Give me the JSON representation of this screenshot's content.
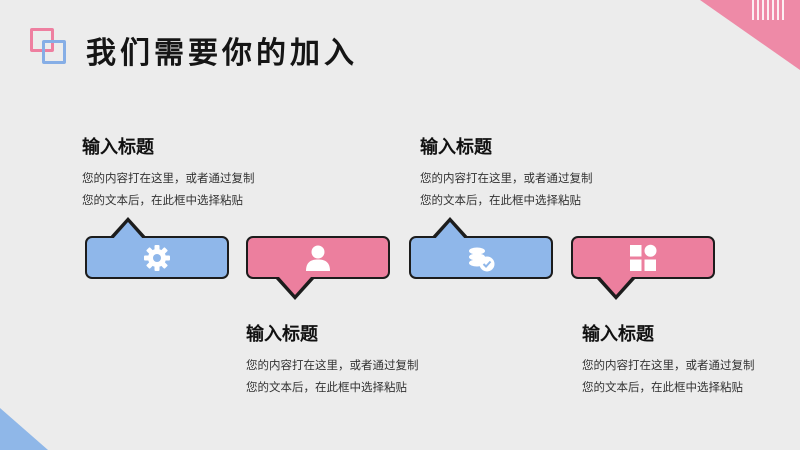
{
  "title": "我们需要你的加入",
  "colors": {
    "blue": "#8fb7ea",
    "pink": "#ec7f9e",
    "background": "#ececec"
  },
  "blocks": [
    {
      "heading": "输入标题",
      "line1": "您的内容打在这里，或者通过复制",
      "line2": "您的文本后，在此框中选择粘贴"
    },
    {
      "heading": "输入标题",
      "line1": "您的内容打在这里，或者通过复制",
      "line2": "您的文本后，在此框中选择粘贴"
    },
    {
      "heading": "输入标题",
      "line1": "您的内容打在这里，或者通过复制",
      "line2": "您的文本后，在此框中选择粘贴"
    },
    {
      "heading": "输入标题",
      "line1": "您的内容打在这里，或者通过复制",
      "line2": "您的文本后，在此框中选择粘贴"
    }
  ],
  "steps": [
    {
      "color": "blue",
      "pointer": "up",
      "icon": "gear-icon"
    },
    {
      "color": "pink",
      "pointer": "down",
      "icon": "user-icon"
    },
    {
      "color": "blue",
      "pointer": "up",
      "icon": "coins-icon"
    },
    {
      "color": "pink",
      "pointer": "down",
      "icon": "grid-icon"
    }
  ]
}
